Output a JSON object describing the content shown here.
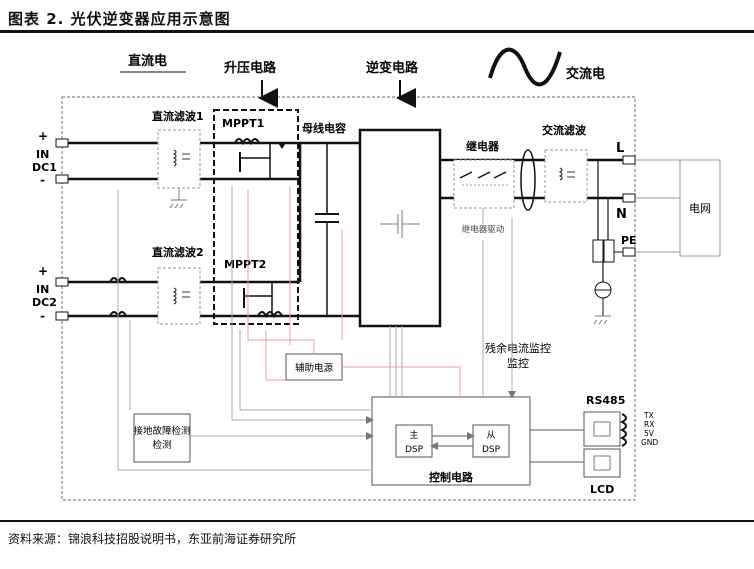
{
  "figure_title": "图表 2.    光伏逆变器应用示意图",
  "source_note": "资料来源：锦浪科技招股说明书，东亚前海证券研究所",
  "labels": {
    "dc_power": "直流电",
    "boost_circuit": "升压电路",
    "inverter_circuit": "逆变电路",
    "ac_power": "交流电",
    "dc_filter_1": "直流滤波1",
    "dc_filter_2": "直流滤波2",
    "mppt1": "MPPT1",
    "mppt2": "MPPT2",
    "bus_capacitor": "母线电容",
    "relay": "继电器",
    "relay_drive": "继电器驱动",
    "ac_filter": "交流滤波",
    "grid": "电网",
    "residual_current_monitor": "残余电流监控",
    "aux_power": "辅助电源",
    "ground_fault_detect": "接地故障检测",
    "master_dsp_top": "主",
    "master_dsp_bottom": "DSP",
    "slave_dsp_top": "从",
    "slave_dsp_bottom": "DSP",
    "control_circuit": "控制电路",
    "rs485": "RS485",
    "lcd": "LCD",
    "tx": "TX",
    "rx": "RX",
    "v5": "5V",
    "gnd": "GND",
    "line_l": "L",
    "line_n": "N",
    "line_pe": "PE",
    "plus_1": "+",
    "minus_1": "-",
    "in_1": "IN",
    "dc1": "DC1",
    "plus_2": "+",
    "minus_2": "-",
    "in_2": "IN",
    "dc2": "DC2"
  }
}
